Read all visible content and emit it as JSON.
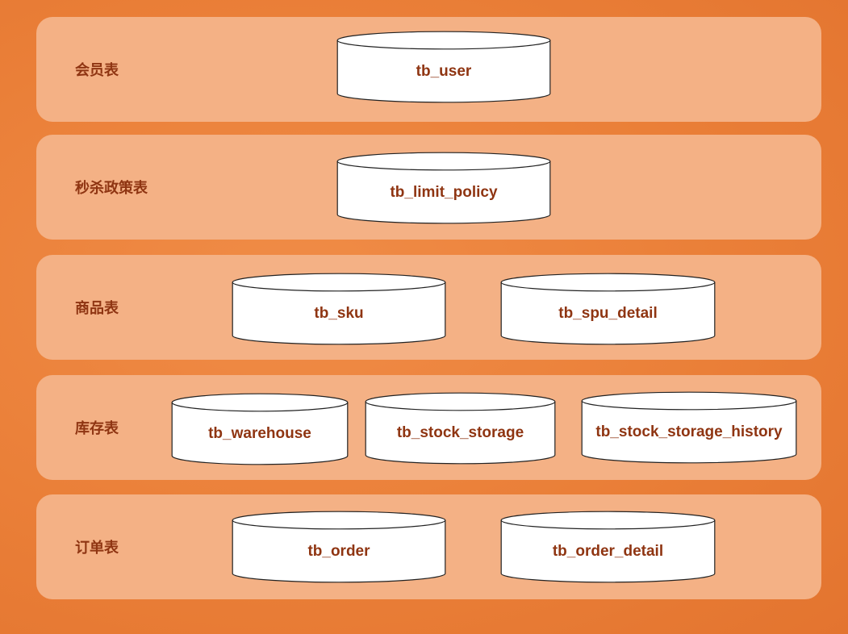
{
  "colors": {
    "background": "#ea7f38",
    "band": "#f4b185",
    "text": "#8f3512",
    "cylinder_fill": "#ffffff",
    "cylinder_stroke": "#222222"
  },
  "groups": [
    {
      "label": "会员表",
      "tables": [
        {
          "name": "tb_user"
        }
      ]
    },
    {
      "label": "秒杀政策表",
      "tables": [
        {
          "name": "tb_limit_policy"
        }
      ]
    },
    {
      "label": "商品表",
      "tables": [
        {
          "name": "tb_sku"
        },
        {
          "name": "tb_spu_detail"
        }
      ]
    },
    {
      "label": "库存表",
      "tables": [
        {
          "name": "tb_warehouse"
        },
        {
          "name": "tb_stock_storage"
        },
        {
          "name": "tb_stock_storage_history"
        }
      ]
    },
    {
      "label": "订单表",
      "tables": [
        {
          "name": "tb_order"
        },
        {
          "name": "tb_order_detail"
        }
      ]
    }
  ]
}
